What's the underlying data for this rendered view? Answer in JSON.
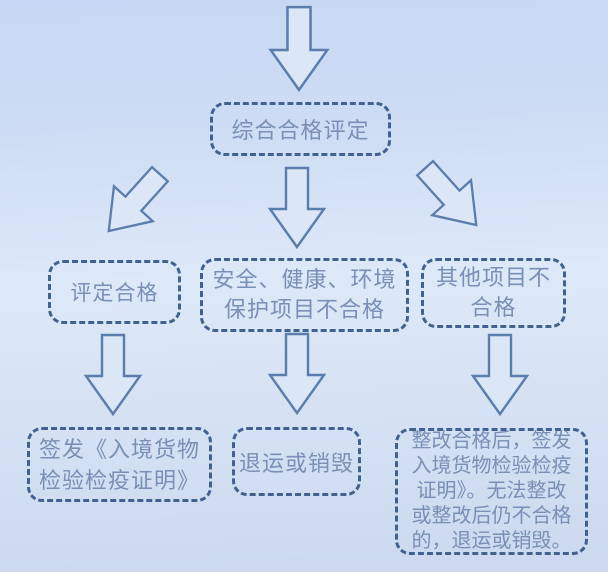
{
  "colors": {
    "background_top": "#c6d8f3",
    "background_middle": "#dde8f8",
    "background_bottom": "#cbd8ee",
    "box_border": "#41618f",
    "box_text": "#7a8fb5",
    "arrow_fill": "#dbe7f7",
    "arrow_stroke": "#5a7dab"
  },
  "icons": {
    "arrow_down": "block-arrow-down",
    "arrow_down_left": "block-arrow-down-left",
    "arrow_down_right": "block-arrow-down-right"
  },
  "flowchart": {
    "root": {
      "label": "综合合格评定"
    },
    "middle": [
      {
        "id": "pass",
        "label": "评定合格"
      },
      {
        "id": "safety-fail",
        "label": "安全、健康、环境\n保护项目不合格"
      },
      {
        "id": "other-fail",
        "label": "其他项目不\n合格"
      }
    ],
    "bottom": [
      {
        "id": "certificate",
        "label": "签发《入境货物\n检验检疫证明》"
      },
      {
        "id": "return-destroy",
        "label": "退运或销毁"
      },
      {
        "id": "rectify",
        "label": "整改合格后，签发\n入境货物检验检疫\n证明》。无法整改\n或整改后仍不合格\n的，退运或销毁。"
      }
    ]
  }
}
